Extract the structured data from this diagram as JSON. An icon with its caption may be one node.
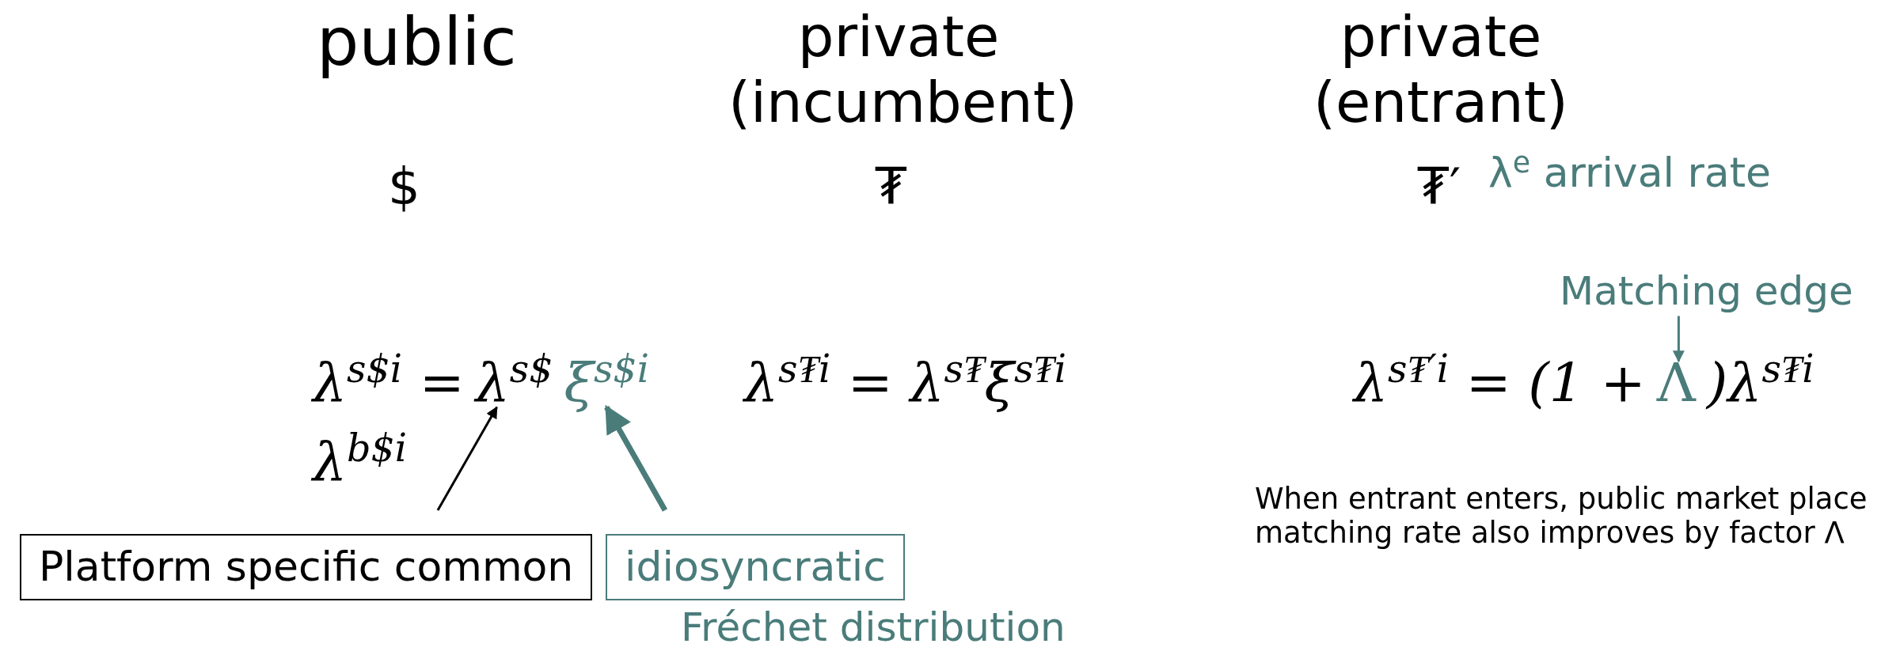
{
  "diagram": {
    "nodes": [
      {
        "text": [
          "Matching edge"
        ]
      },
      {
        "text": [
          "λ$^{s$}$"
        ]
      },
      {
        "text": [
          "ξ$^{s$i}$"
        ]
      },
      {
        "text": [
          "Λ"
        ]
      },
      {
        "text": [
          "Platform specific common"
        ]
      },
      {
        "text": [
          "idiosyncratic"
        ],
        "beside": [
          "Fréchet distribution"
        ]
      }
    ],
    "edges": [
      {
        "from": 4,
        "to": 1,
        "arrow": "to",
        "color": "#000000"
      },
      {
        "from": 5,
        "to": 2,
        "arrow": "to",
        "style": "thick",
        "color": "#4a7c7a"
      },
      {
        "from": 0,
        "to": 3,
        "arrow": "to",
        "color": "#4a7c7a"
      }
    ],
    "labels": [
      "public",
      "private (incumbent)",
      "private (entrant)",
      "$",
      "₮",
      "₮′",
      "λ$^{e}$ arrival rate",
      "λ$^{s$i}$ =",
      "λ$^{s₮i}$ = λ$^{s₮}$ξ$^{s₮i}$",
      "λ$^{s₮′i}$ = (1 +",
      ")λ$^{s₮i}$",
      "λ$^{b$i}$",
      "When entrant enters, public market place matching rate also improves by factor Λ"
    ]
  }
}
